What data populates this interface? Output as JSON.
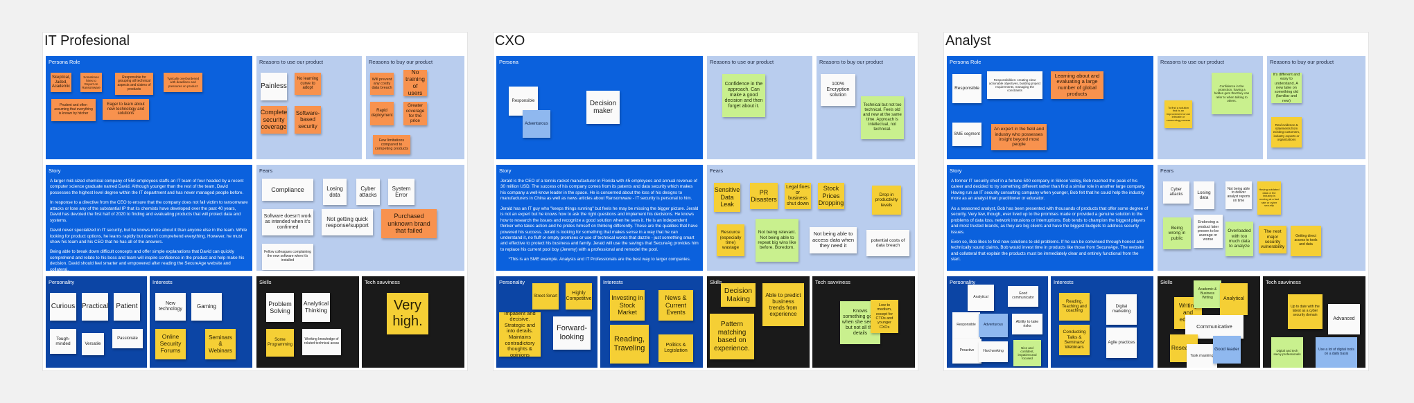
{
  "colors": {
    "canvas": "#f1f1f1",
    "frame": "#ffffff",
    "blue": "#0b61dd",
    "navy": "#0c45a5",
    "light": "#b9cdee",
    "dark": "#1a1a1a",
    "orange": "#f8924e",
    "yellow": "#f5cf35",
    "white": "#fafafa",
    "green": "#c9f08e",
    "sky": "#8fb8ef"
  },
  "personas": [
    {
      "title": "IT Profesional",
      "role": {
        "label": "Persona Role",
        "notes": [
          "Skeptical, Jaded, Academic",
          "Sometimes hires to Report on Ransomware",
          "Responsible for grouping all technical aspects and claims of products",
          "Typically overburdened with deadlines and pressures on product",
          "Prudent and often assuming that everything is known by hitcher",
          "Eager to learn about new technology and solutions"
        ]
      },
      "reasons_use": {
        "label": "Reasons to use our product",
        "notes": [
          "Painless",
          "No learning curve to adopt",
          "Complete security coverage",
          "Software-based security"
        ]
      },
      "reasons_buy": {
        "label": "Reasons to buy our product",
        "notes": [
          "Will prevent any costly data breach",
          "No training of users",
          "Rapid deployment",
          "Greater coverage for the price",
          "Few limitations compared to competing products"
        ]
      },
      "story": {
        "label": "Story",
        "paragraphs": [
          "A larger mid-sized chemical company of 550 employees staffs an IT team of four headed by a recent computer science graduate named David. Although younger than the rest of the team, David possesses the highest level degree within the IT department and has never managed people before.",
          "In response to a directive from the CEO to ensure that the company does not fall victim to ransomware attacks or lose any of the substantial IP that its chemists have developed over the past 40 years, David has devoted the first half of 2020 to finding and evaluating products that will protect data and systems.",
          "David never specialized in IT security, but he knows more about it than anyone else in the team. While looking for product options, he learns rapidly but doesn't comprehend everything. However, he must show his team and his CEO that he has all of the answers.",
          "Being able to break down difficult concepts and offer simple explanations that David can quickly comprehend and relate to his boss and team will inspire confidence in the product and help make his decision. David should feel smarter and empowered after reading the SecureAge website and collateral."
        ]
      },
      "fears": {
        "label": "Fears",
        "notes": [
          "Compliance",
          "Losing data",
          "Cyber attacks",
          "System Error",
          "Software doesn't work as intended when it's confirmed",
          "Not getting quick response/support",
          "Purchased unknown brand that failed",
          "Fellow colleagues complaining the new software when it's installed"
        ]
      },
      "personality": {
        "label": "Personality",
        "notes": [
          "Curious",
          "Practical",
          "Patient",
          "Tough-minded",
          "Versatile",
          "Passionate"
        ]
      },
      "interests": {
        "label": "Interests",
        "notes": [
          "New technology",
          "Gaming",
          "Online Security Forums",
          "Seminars & Webinars"
        ]
      },
      "skills": {
        "label": "Skills",
        "notes": [
          "Problem Solving",
          "Analytical Thinking",
          "Some Programming",
          "Working knowledge of related technical areas"
        ]
      },
      "tech": {
        "label": "Tech savviness",
        "notes": [
          "Very high."
        ]
      }
    },
    {
      "title": "CXO",
      "role": {
        "label": "Persona",
        "notes": [
          "Responsible",
          "Adventurous",
          "Decision maker"
        ]
      },
      "reasons_use": {
        "label": "Reasons to use our product",
        "notes": [
          "Confidence in the approach. Can make a good decision and then forget about it."
        ]
      },
      "reasons_buy": {
        "label": "Reasons to buy our product",
        "notes": [
          "100% Encryption solution",
          "Technical but not too technical. Feels old and new at the same time. Approach is intellectual, not technical."
        ]
      },
      "story": {
        "label": "Story",
        "paragraphs": [
          "Jerald is the CEO of a tennis racket manufacturer in Florida with 45 employees and annual revenue of 30 million USD. The success of his company comes from its patents and data security which makes his company a well-know leader in the space. He is concerned about the loss of his designs to manufacturers in China as well as news articles about Ransomware - IT security is personal to him.",
          "Jerald has an IT guy who \"keeps things running\" but feels he may be missing the bigger picture. Jerald is not an expert but he knows how to ask the right questions and implement his decisions. He knows how to research the issues and recognize a good solution when he sees it. He is an independent thinker who takes action and he prides himself on thinking differently. These are the qualities that have powered his success. Jerald is looking for something that makes sense in a way that he can understand it, no fluff or empty promises or use of technical words that dazzle - just something smart and effective to protect his business and family. Jerald will use the savings that SecureAg provides him to replace his current pool boy (Jeremy) with a professional and remodel the pool.",
          "*This is an SME example. Analysts and IT Professionals are the best way to larger companies."
        ]
      },
      "fears": {
        "label": "Fears",
        "notes": [
          "Sensitive Data Leak",
          "PR Disasters",
          "Legal fines or business shut down",
          "Stock Prices Dropping",
          "Drop in productivity levels",
          "Resource (especially time) wastage",
          "Not being relevant. Not being able to repeat big wins like before. Boredom.",
          "Not being able to access data when they need it",
          "potential costs of data breach"
        ]
      },
      "personality": {
        "label": "Personality",
        "notes": [
          "Street-Smart",
          "Highly Competitive",
          "Impatient and decisive. Strategic and into details. Maintains contradictory thoughts & opinions",
          "Forward-looking"
        ]
      },
      "interests": {
        "label": "Interests",
        "notes": [
          "Investing in Stock Market",
          "News & Current Events",
          "Reading, Traveling",
          "Politics & Legislation"
        ]
      },
      "skills": {
        "label": "Skills",
        "notes": [
          "Decision Making",
          "Able to predict business trends from experience",
          "Pattern matching based on experience."
        ]
      },
      "tech": {
        "label": "Tech savviness",
        "notes": [
          "Knows something good when she sees it but not all the details",
          "Low to medium, except for CTOs and younger CXOs"
        ]
      }
    },
    {
      "title": "Analyst",
      "role": {
        "label": "Persona Role",
        "notes": [
          "Responsible",
          "Responsibilities: creating clear actionable objectives, building project requirements, managing the constraints",
          "Learning about and evaluating a large number of global products",
          "SME segment",
          "An expert in the field and industry who possesses insight beyond most people"
        ]
      },
      "reasons_use": {
        "label": "Reasons to use our product",
        "notes": [
          "To find a solution that is an improvement on an intricate or consuming process",
          "Confidence in the protection, having a hidden gem that they can refer to when talking to others."
        ]
      },
      "reasons_buy": {
        "label": "Reasons to buy our product",
        "notes": [
          "It's different and easy to understand. A new take on something old (familiar and new)",
          "Real evidence & statements from existing customers, industry experts or organizations"
        ]
      },
      "story": {
        "label": "Story",
        "paragraphs": [
          "A former IT security chief in a fortune 500 company in Silicon Valley, Bob reached the peak of his career and decided to try something different rather than find a similar role in another large company. Having run an IT security consulting company when younger, Bob felt that he could help the industry more as an analyst than practitioner or educator.",
          "As a seasoned analyst, Bob has been presented with thousands of products that offer some degree of security. Very few, though, ever lived up to the promises made or provided a genuine solution to the problems of data loss, network intrusions or interruptions. Bob tends to champion the biggest players and most trusted brands, as they are big clients and have the biggest budgets to address security issues.",
          "Even so, Bob likes to find new solutions to old problems. If he can be convinced through honest and technically sound claims, Bob would invest time in products like those from SecureAge. The website and collateral that explain the products must be immediately clear and entirely functional from the start."
        ]
      },
      "fears": {
        "label": "Fears",
        "notes": [
          "Cyber attacks",
          "Losing data",
          "Not being able to deliver analyst reports on time",
          "Having outdated data or the industry is moving at a fast rate or cyber security",
          "Being wrong in public",
          "Endorsing a product later proven to be average or worse",
          "Overloaded with too much data to analyze",
          "The next major security vulnerability",
          "Getting direct access to tools and data"
        ]
      },
      "personality": {
        "label": "Personality",
        "notes": [
          "Analytical",
          "Good communicator",
          "Responsible",
          "Adventurous",
          "Ability to take risks",
          "Proactive",
          "Hard working",
          "Nice and confident, impatient and focused"
        ]
      },
      "interests": {
        "label": "Interests",
        "notes": [
          "Reading, Teaching and coaching",
          "Digital marketing",
          "Conducting Talks & Seminars/ Webinars",
          "Agile practices"
        ]
      },
      "skills": {
        "label": "Skills",
        "notes": [
          "Writing and editing",
          "Academic & Business Writing",
          "Analytical",
          "Communicative",
          "Research",
          "Task masking",
          "Good leader"
        ]
      },
      "tech": {
        "label": "Tech savviness",
        "notes": [
          "Up to date with the latest as a cyber security domain",
          "Advanced",
          "Digital and tech savvy professionals",
          "Use a lot of digital tools on a daily basis"
        ]
      }
    }
  ]
}
